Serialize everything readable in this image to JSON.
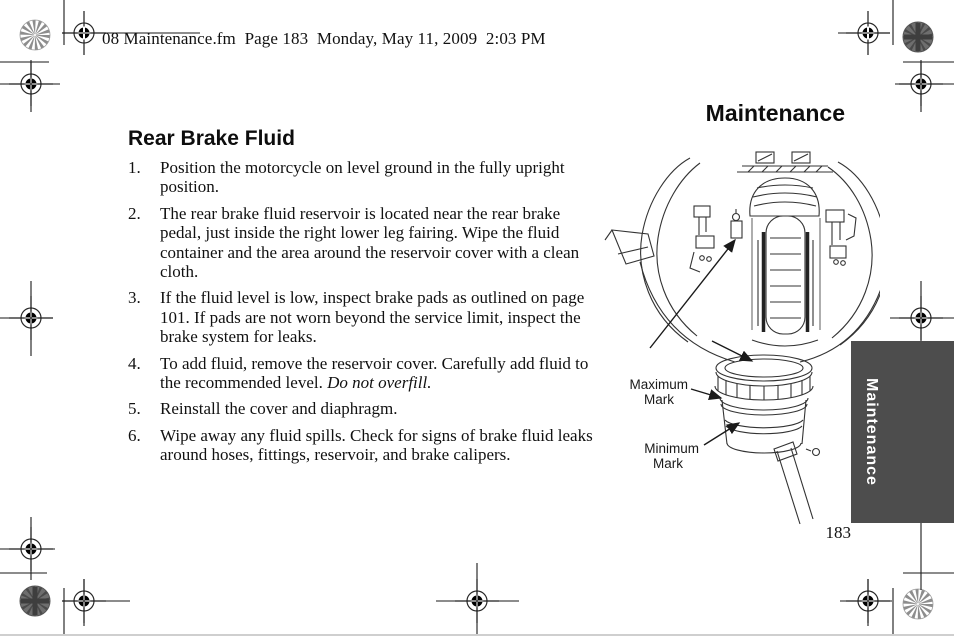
{
  "header": {
    "file_info": "08 Maintenance.fm  Page 183  Monday, May 11, 2009  2:03 PM"
  },
  "page": {
    "title": "Maintenance",
    "number": "183",
    "background": "#ffffff",
    "text_color": "#111111"
  },
  "side_tab": {
    "label": "Maintenance",
    "bg_color": "#4d4d4d",
    "text_color": "#ffffff"
  },
  "section": {
    "heading": "Rear Brake Fluid",
    "steps": [
      {
        "num": "1.",
        "text": "Position the motorcycle on level ground in the fully upright position."
      },
      {
        "num": "2.",
        "text": "The rear brake fluid reservoir is located near the rear brake pedal, just inside the right lower leg fairing. Wipe the fluid container and the area around the reservoir cover with a clean cloth."
      },
      {
        "num": "3.",
        "text": "If the fluid level is low, inspect brake pads as outlined on page 101. If pads are not worn beyond the service limit, inspect the brake system for leaks."
      },
      {
        "num": "4.",
        "text": "To add fluid, remove the reservoir cover. Carefully add fluid to the recommended level. ",
        "italic": "Do not overfill."
      },
      {
        "num": "5.",
        "text": "Reinstall the cover and diaphragm."
      },
      {
        "num": "6.",
        "text": "Wipe away any fluid spills. Check for signs of brake fluid leaks around hoses, fittings, reservoir, and brake calipers."
      }
    ]
  },
  "figure": {
    "description": "Rear view line drawing of motorcycle with brake fluid reservoir enlarged below",
    "labels": {
      "maximum": {
        "line1": "Maximum",
        "line2": "Mark"
      },
      "minimum": {
        "line1": "Minimum",
        "line2": "Mark"
      }
    }
  }
}
